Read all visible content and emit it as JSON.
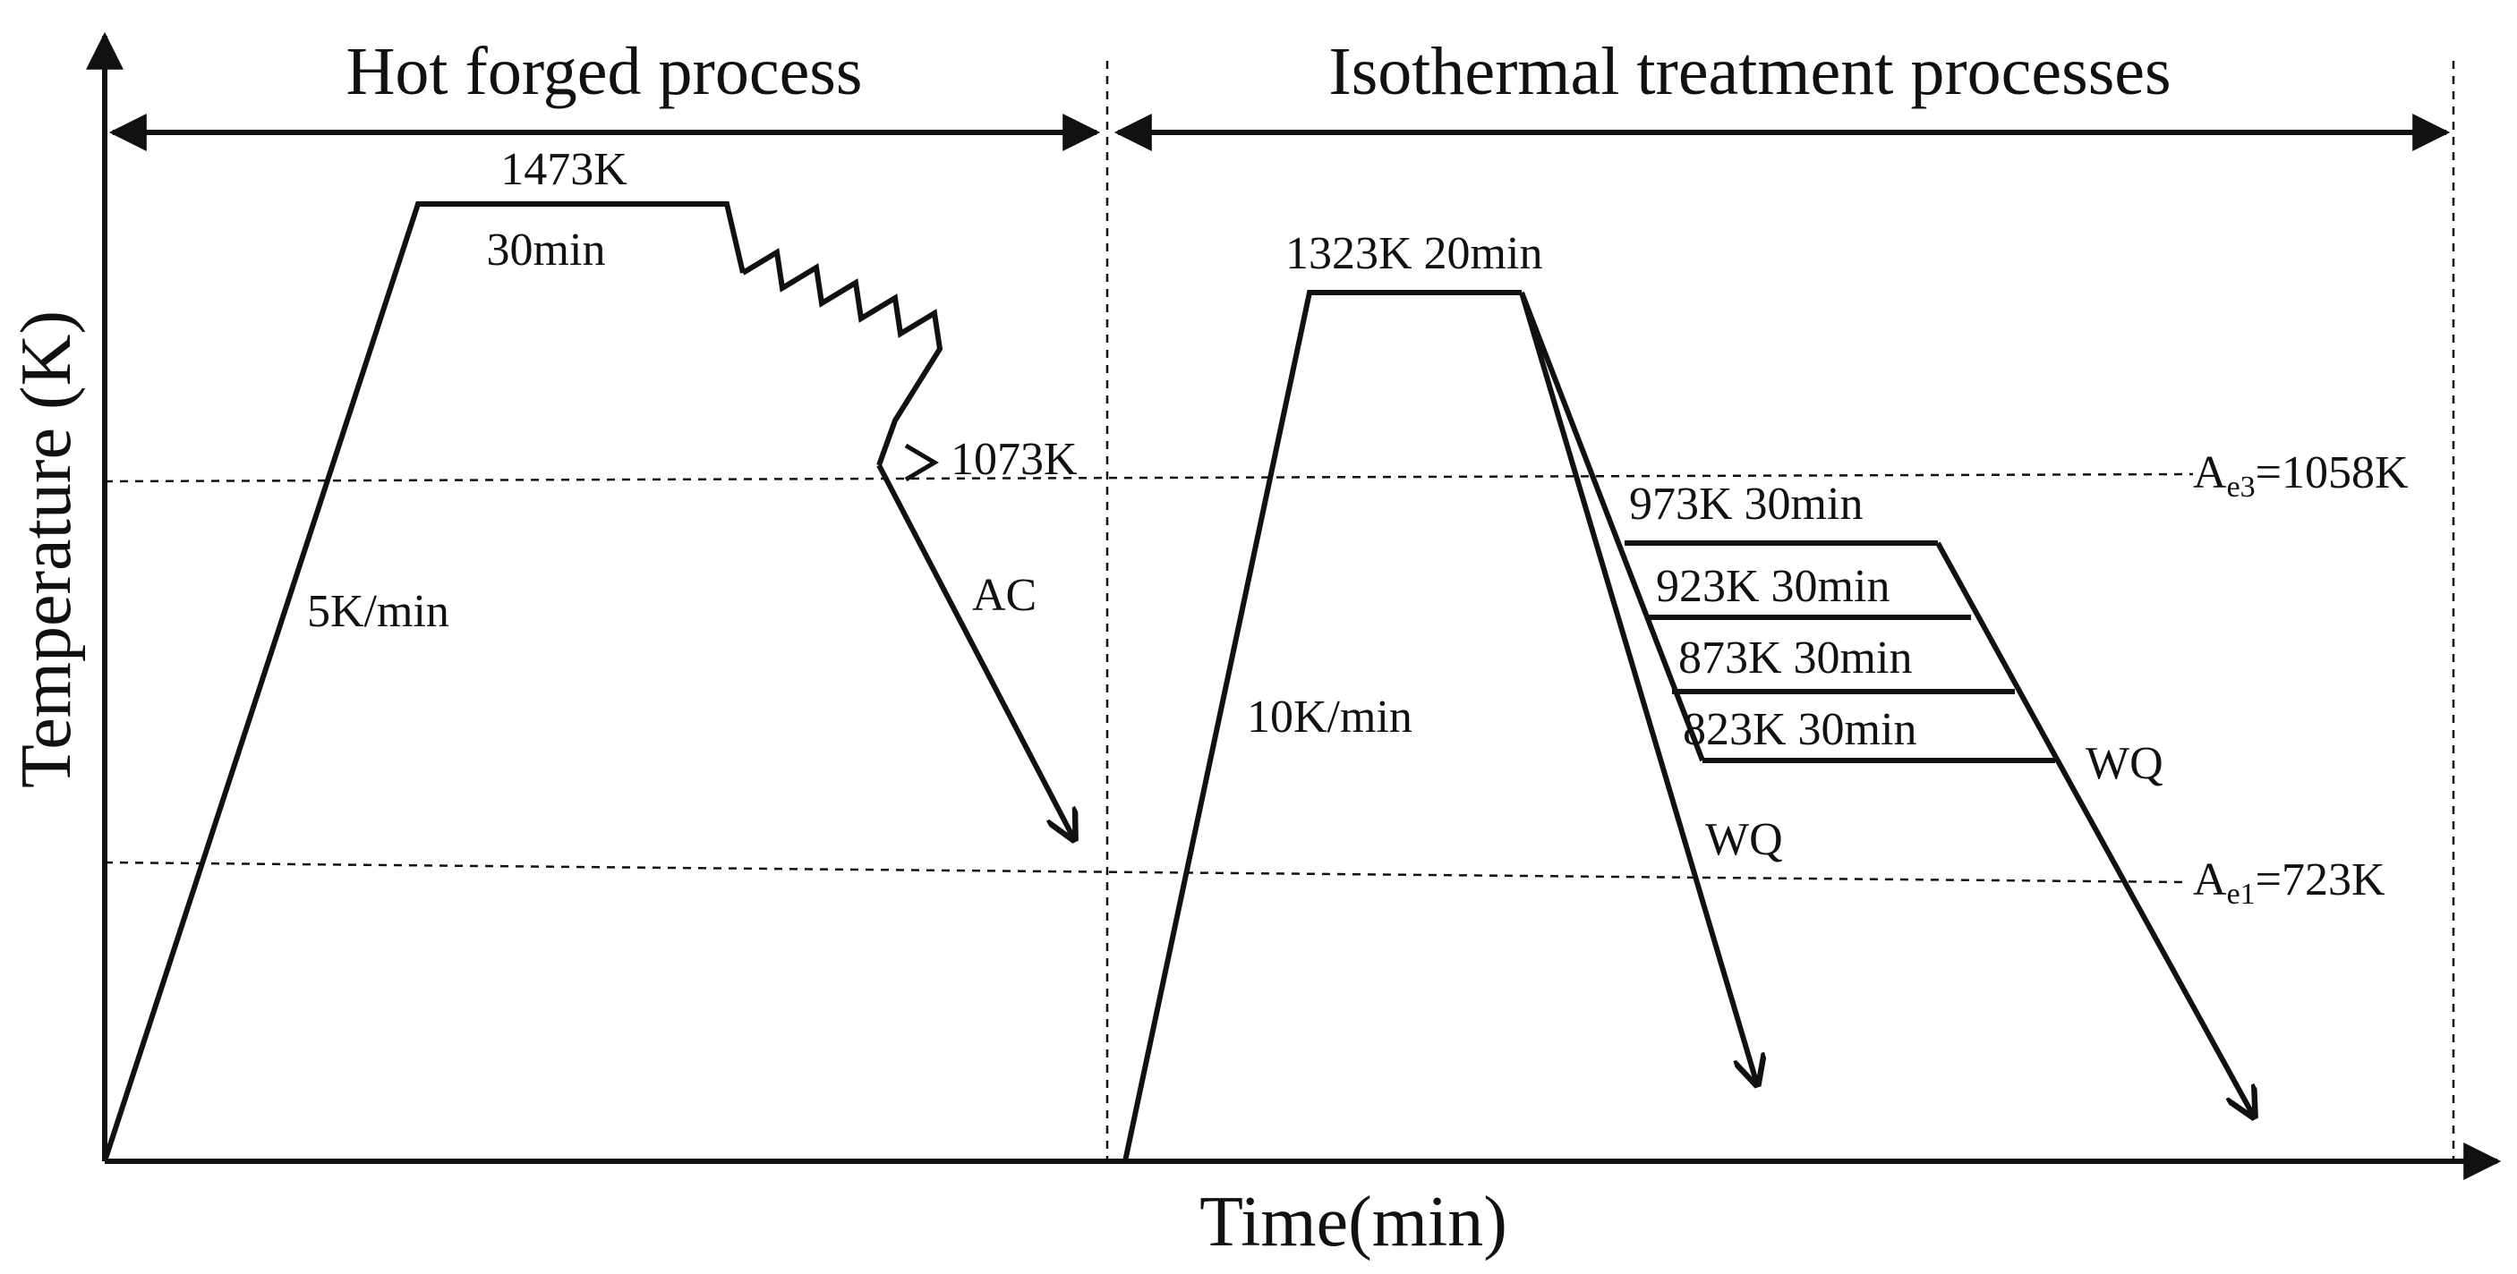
{
  "sections": {
    "hot_forged": "Hot forged process",
    "isothermal": "Isothermal treatment processes"
  },
  "axes": {
    "x_label": "Time(min)",
    "y_label": "Temperature (K)"
  },
  "hot_forged": {
    "hold_temp": "1473K",
    "hold_time": "30min",
    "heating_rate": "5K/min",
    "forging_end_temp": "1073K",
    "cooling": "AC"
  },
  "isothermal": {
    "austenitize": "1323K 20min",
    "heating_rate": "10K/min",
    "steps": [
      "973K 30min",
      "923K 30min",
      "873K 30min",
      "823K 30min"
    ],
    "quench_direct": "WQ",
    "quench_after_hold": "WQ"
  },
  "reference_lines": {
    "ae3": {
      "symbol": "A",
      "subscript": "e3",
      "value": "=1058K"
    },
    "ae1": {
      "symbol": "A",
      "subscript": "e1",
      "value": "=723K"
    }
  },
  "colors": {
    "line": "#111111",
    "background": "#ffffff"
  }
}
